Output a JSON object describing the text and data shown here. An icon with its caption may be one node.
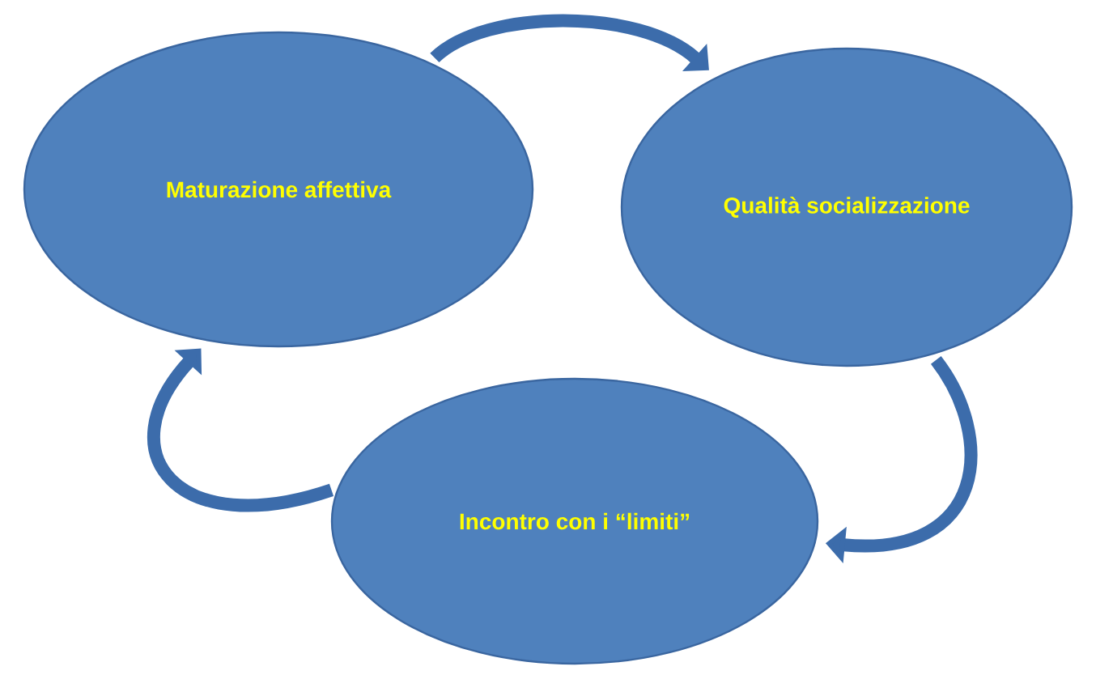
{
  "diagram": {
    "nodes": [
      {
        "text": [
          "Maturazione affettiva"
        ]
      },
      {
        "text": [
          "Qualità socializzazione"
        ]
      },
      {
        "text": [
          "Incontro con i “limiti”"
        ]
      }
    ],
    "edges": [
      {
        "from": 0,
        "to": 1,
        "arrow": "to"
      },
      {
        "from": 1,
        "to": 2,
        "arrow": "to"
      },
      {
        "from": 2,
        "to": 0,
        "arrow": "to"
      }
    ]
  }
}
